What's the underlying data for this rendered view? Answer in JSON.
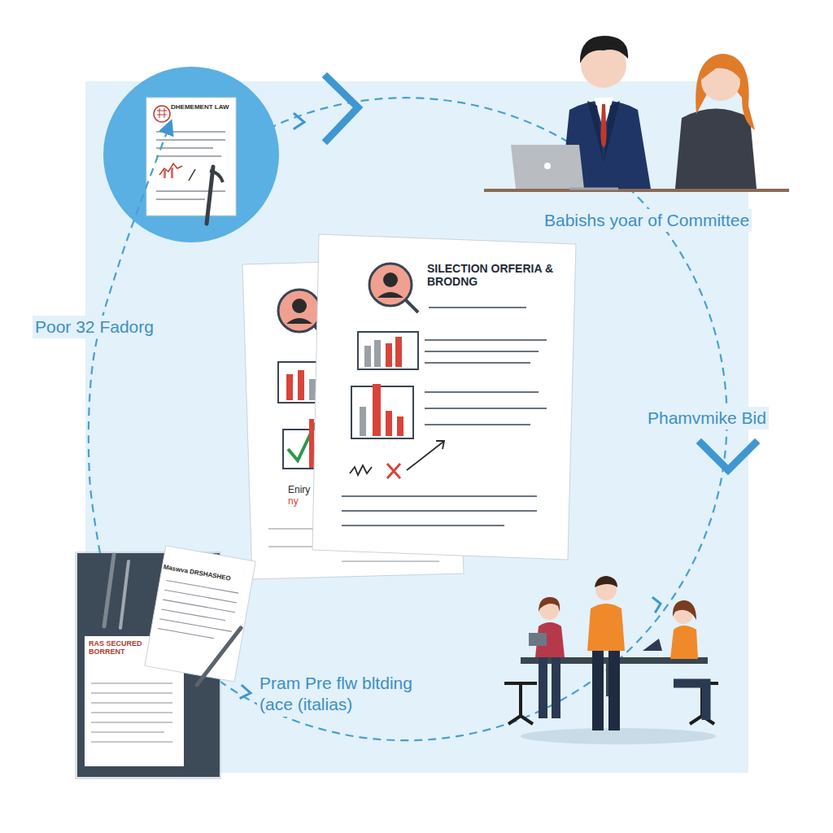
{
  "diagram": {
    "nodes": [
      {
        "text": [
          "DHEMEMENT LAW"
        ]
      },
      {
        "text": [
          "Eniry",
          "ny"
        ]
      },
      {
        "text": [
          "SILECTION ORFERIA & BRODNG"
        ]
      },
      {
        "text": [
          "RAS SECURED BORRENT"
        ]
      },
      {
        "text": [
          "Maswva DRSHASHEO"
        ]
      }
    ],
    "edges": [
      {
        "from": 3,
        "to": 0,
        "arrow": "to"
      }
    ],
    "labels": [
      "Babishs yoar of Committee",
      "Poor 32 Fadorg",
      "Phamvmike Bid",
      "Pram Pre flw bltding (ace (italias)"
    ]
  }
}
